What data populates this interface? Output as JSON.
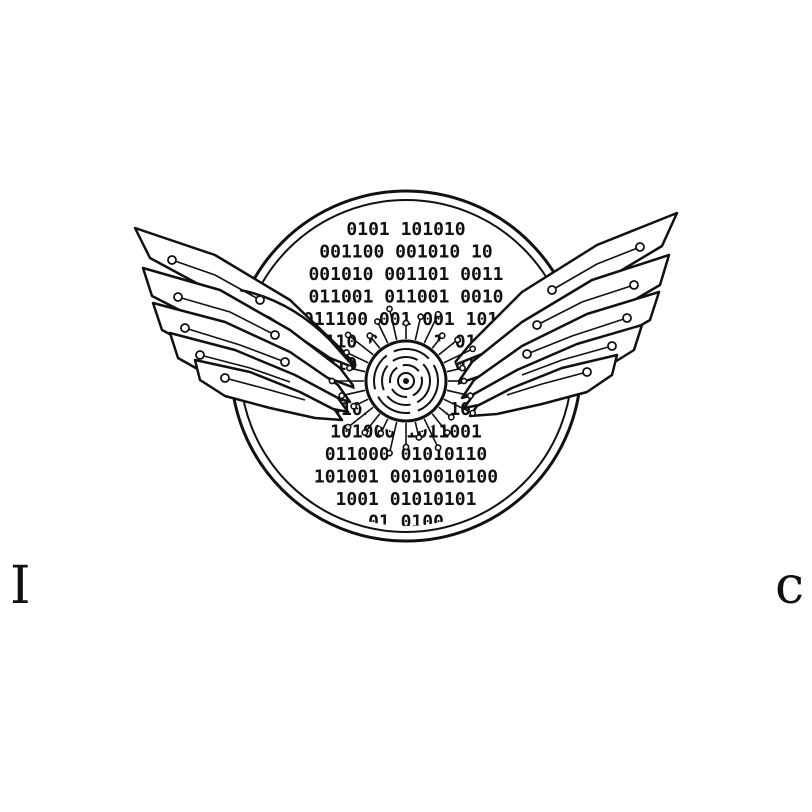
{
  "logo": {
    "binary_rows": [
      "0101 101010",
      "001100 001010 10",
      "001010 001101 0011",
      "011001 011001 0010",
      "011100 001 001 1010",
      "0110 001 001 0110",
      "010 011 011 010",
      "0101 1010",
      "00101 0101 01010",
      "101000 1011001",
      "011000 01010110",
      "101001 0010010100",
      "1001 01010101",
      "01 0100"
    ],
    "ink_color": "#111111",
    "background_color": "#ffffff"
  },
  "edge_glyphs": {
    "left": "I",
    "right": "c"
  }
}
